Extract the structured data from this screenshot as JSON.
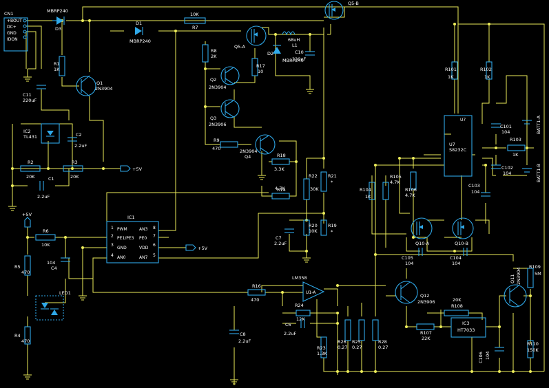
{
  "components": {
    "CN1": {
      "ref": "CN1",
      "pins": [
        "+BOUT",
        "DC+",
        "GND",
        "IDON"
      ]
    },
    "D3": {
      "ref": "D3",
      "part": "MBRP240"
    },
    "D1": {
      "ref": "D1",
      "part": "MBRP240"
    },
    "D2": {
      "ref": "D2",
      "part": "MBRP240"
    },
    "R7": {
      "ref": "R7",
      "value": "10K"
    },
    "R1": {
      "ref": "R1",
      "value": "1K"
    },
    "Q1": {
      "ref": "Q1",
      "part": "2N3904"
    },
    "C11": {
      "ref": "C11",
      "value": "220uF"
    },
    "IC2": {
      "ref": "IC2",
      "part": "TL431"
    },
    "C2": {
      "ref": "C2",
      "value": "2.2uF"
    },
    "R2": {
      "ref": "R2",
      "value": "20K"
    },
    "R3": {
      "ref": "R3",
      "value": "20K"
    },
    "C1": {
      "ref": "C1",
      "value": "2.2uF"
    },
    "Q5A": {
      "ref": "Q5-A"
    },
    "Q5B": {
      "ref": "Q5-B"
    },
    "R8": {
      "ref": "R8",
      "value": "2K"
    },
    "Q2": {
      "ref": "Q2",
      "part": "2N3904"
    },
    "Q3": {
      "ref": "Q3",
      "part": "2N3906"
    },
    "R17": {
      "ref": "R17",
      "value": "10"
    },
    "L1": {
      "ref": "L1",
      "value": "68uH"
    },
    "C10": {
      "ref": "C10",
      "value": "220uF"
    },
    "R9": {
      "ref": "R9",
      "value": "470"
    },
    "Q4": {
      "ref": "Q4",
      "part": "2N3904"
    },
    "R18": {
      "ref": "R18",
      "value": "3.3K"
    },
    "R14": {
      "ref": "R14",
      "value": "4.7K"
    },
    "R22": {
      "ref": "R22",
      "value": "30K"
    },
    "R21": {
      "ref": "R21",
      "value": "*"
    },
    "R20": {
      "ref": "R20",
      "value": "10K"
    },
    "R19": {
      "ref": "R19",
      "value": "*"
    },
    "C7": {
      "ref": "C7",
      "value": "2.2uF"
    },
    "IC1": {
      "ref": "IC1",
      "pins": [
        "PWM",
        "PE1/PE3",
        "GND",
        "AN0",
        "AN3",
        "PE0",
        "VDD",
        "AN7"
      ]
    },
    "R6": {
      "ref": "R6",
      "value": "10K"
    },
    "C4": {
      "ref": "C4",
      "value": "104"
    },
    "R5": {
      "ref": "R5",
      "value": "470"
    },
    "R4": {
      "ref": "R4",
      "value": "470"
    },
    "LED1": {
      "ref": "LED1"
    },
    "R16": {
      "ref": "R16",
      "value": "470"
    },
    "U1": {
      "ref": "LM358",
      "unit": "U1-A"
    },
    "R24": {
      "ref": "R24",
      "value": "12K"
    },
    "C8": {
      "ref": "C8",
      "value": "2.2uF"
    },
    "C6": {
      "ref": "C6",
      "value": "2.2uF"
    },
    "R23": {
      "ref": "R23",
      "value": "1.3K"
    },
    "R26": {
      "ref": "R26",
      "value": "0.27"
    },
    "R25": {
      "ref": "R25",
      "value": "0.27"
    },
    "R28": {
      "ref": "R28",
      "value": "0.27"
    },
    "R101": {
      "ref": "R101",
      "value": "1K"
    },
    "R102": {
      "ref": "R102",
      "value": "1K"
    },
    "U7": {
      "ref": "U7",
      "part": "S8232C"
    },
    "C101": {
      "ref": "C101",
      "value": "104"
    },
    "R103": {
      "ref": "R103",
      "value": "1K"
    },
    "C102": {
      "ref": "C102",
      "value": "104"
    },
    "BATT1A": {
      "ref": "BATT1-A"
    },
    "BATT1B": {
      "ref": "BATT1-B"
    },
    "R104": {
      "ref": "R104",
      "value": "1K"
    },
    "R105": {
      "ref": "R105",
      "value": "4.7K"
    },
    "R106": {
      "ref": "R106",
      "value": "4.7K"
    },
    "C103": {
      "ref": "C103",
      "value": "104"
    },
    "Q10A": {
      "ref": "Q10-A"
    },
    "Q10B": {
      "ref": "Q10-B"
    },
    "C105": {
      "ref": "C105",
      "value": "104"
    },
    "C104": {
      "ref": "C104",
      "value": "104"
    },
    "Q12": {
      "ref": "Q12",
      "part": "2N3906"
    },
    "R108": {
      "ref": "R108",
      "value": "20K"
    },
    "R107": {
      "ref": "R107",
      "value": "22K"
    },
    "IC3": {
      "ref": "IC3",
      "part": "HT7033"
    },
    "C106": {
      "ref": "C106",
      "value": "104"
    },
    "Q11": {
      "ref": "Q11",
      "part": "2N3904"
    },
    "R109": {
      "ref": "R109",
      "value": "5M"
    },
    "R110": {
      "ref": "R110",
      "value": "150K"
    }
  },
  "rails": {
    "supply_a": "+5V",
    "supply_b": "+5V",
    "supply_c": "+5V"
  },
  "pin_numbers": [
    "1",
    "2",
    "3",
    "4",
    "5",
    "6",
    "7",
    "8"
  ]
}
